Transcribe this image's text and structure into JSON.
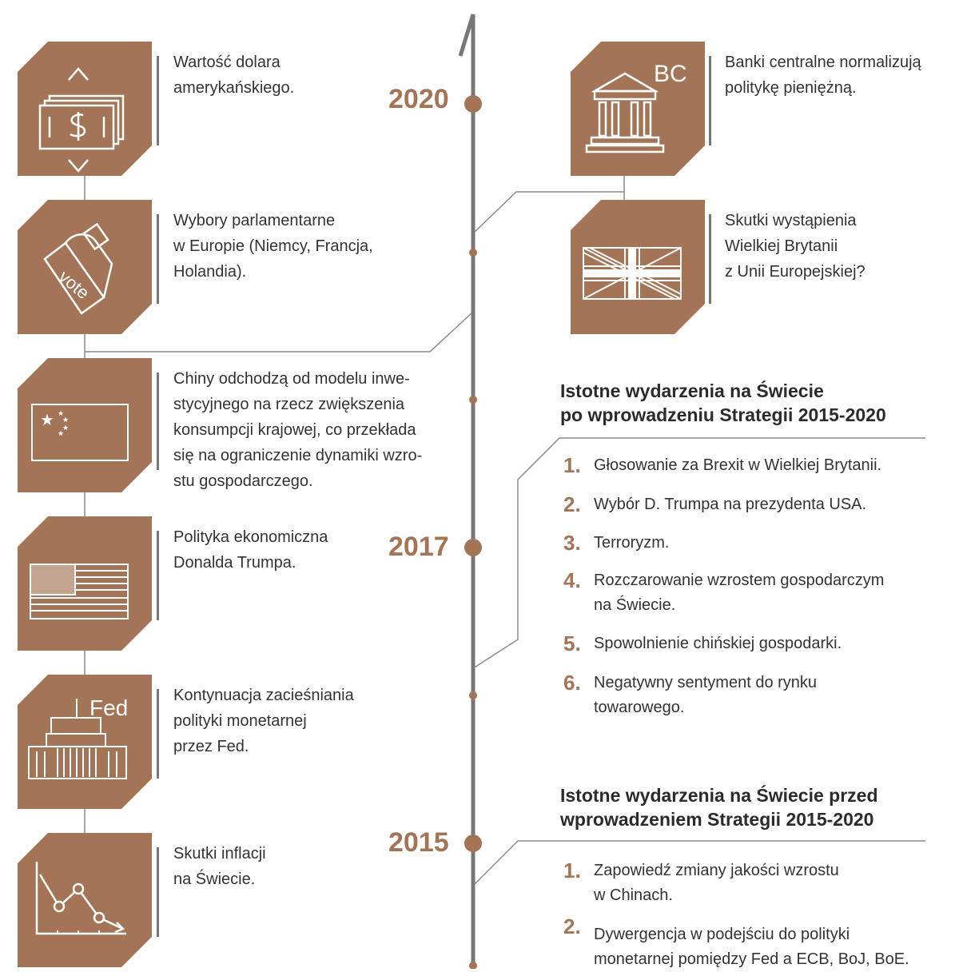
{
  "timeline": {
    "years": [
      {
        "label": "2020"
      },
      {
        "label": "2017"
      },
      {
        "label": "2015"
      }
    ]
  },
  "left_events": [
    {
      "icon": "dollar-icon",
      "text": [
        "Wartość dolara",
        "amerykańskiego."
      ]
    },
    {
      "icon": "vote-icon",
      "icon_label": "vote",
      "text": [
        "Wybory parlamentarne",
        "w Europie (Niemcy, Francja,",
        "Holandia)."
      ]
    },
    {
      "icon": "china-flag-icon",
      "text": [
        "Chiny odchodzą od modelu inwe-",
        "stycyjnego na rzecz zwiększenia",
        "konsumpcji krajowej, co przekłada",
        "się na ograniczenie dynamiki wzro-",
        "stu gospodarczego."
      ]
    },
    {
      "icon": "usa-flag-icon",
      "text": [
        "Polityka ekonomiczna",
        "Donalda Trumpa."
      ]
    },
    {
      "icon": "fed-building-icon",
      "icon_label": "Fed",
      "text": [
        "Kontynuacja zacieśniania",
        "polityki monetarnej",
        "przez Fed."
      ]
    },
    {
      "icon": "declining-chart-icon",
      "text": [
        "Skutki inflacji",
        "na Świecie."
      ]
    }
  ],
  "right_events": [
    {
      "icon": "central-bank-icon",
      "icon_label": "BC",
      "text": [
        "Banki centralne normalizują",
        "politykę pieniężną."
      ]
    },
    {
      "icon": "uk-flag-icon",
      "text": [
        "Skutki wystąpienia",
        "Wielkiej Brytanii",
        "z Unii Europejskiej?"
      ]
    }
  ],
  "after_section": {
    "title": [
      "Istotne wydarzenia na Świecie",
      "po wprowadzeniu Strategii 2015-2020"
    ],
    "items": [
      {
        "num": "1.",
        "text": [
          "Głosowanie za Brexit w Wielkiej Brytanii."
        ]
      },
      {
        "num": "2.",
        "text": [
          "Wybór D. Trumpa na prezydenta USA."
        ]
      },
      {
        "num": "3.",
        "text": [
          "Terroryzm."
        ]
      },
      {
        "num": "4.",
        "text": [
          "Rozczarowanie wzrostem gospodarczym",
          "na Świecie."
        ]
      },
      {
        "num": "5.",
        "text": [
          "Spowolnienie chińskiej gospodarki."
        ]
      },
      {
        "num": "6.",
        "text": [
          "Negatywny sentyment do rynku",
          "towarowego."
        ]
      }
    ]
  },
  "before_section": {
    "title": [
      "Istotne wydarzenia na Świecie przed",
      "wprowadzeniem Strategii 2015-2020"
    ],
    "items": [
      {
        "num": "1.",
        "text": [
          "Zapowiedź zmiany jakości wzrostu",
          "w Chinach."
        ]
      },
      {
        "num": "2.",
        "text": [
          "Dywergencja w podejściu do polityki",
          "monetarnej pomiędzy Fed a ECB, BoJ, BoE."
        ]
      }
    ]
  },
  "colors": {
    "accent": "#a47456",
    "line": "#777777",
    "text": "#333333"
  }
}
